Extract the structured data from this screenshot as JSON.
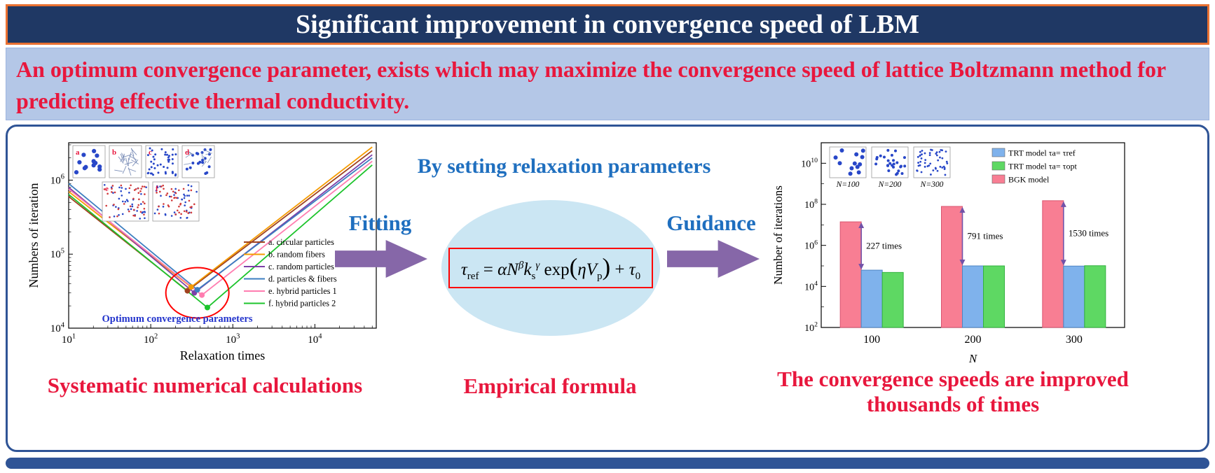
{
  "colors": {
    "banner-bg": "#1F3864",
    "banner-border": "#E97132",
    "subtitle-bg": "#B4C7E7",
    "red-text": "#E8173D",
    "blue-text": "#1F6FBF",
    "arrow-purple": "#8667A8",
    "ellipse-fill": "#CBE6F3",
    "frame-blue": "#2F5496",
    "formula-box-border": "#FF0000"
  },
  "banner": {
    "title": "Significant improvement in convergence speed of LBM"
  },
  "subtitle": {
    "text": "An optimum convergence parameter, exists which may maximize the convergence speed of lattice Boltzmann method for predicting effective thermal conductivity."
  },
  "left_panel": {
    "caption": "Systematic numerical calculations"
  },
  "flow": {
    "top_label": "By setting relaxation parameters",
    "fitting_label": "Fitting",
    "guidance_label": "Guidance",
    "caption": "Empirical formula",
    "formula_plain": "τref = αN^β ks^γ exp(ηVp) + τ0",
    "formula_parts": [
      {
        "t": "τ",
        "i": true
      },
      {
        "t": "ref",
        "s": "sub"
      },
      {
        "t": " = ",
        "i": false
      },
      {
        "t": "αN",
        "i": true
      },
      {
        "t": "β",
        "s": "sup",
        "i": true
      },
      {
        "t": "k",
        "i": true
      },
      {
        "t": "s",
        "s": "sub"
      },
      {
        "t": "γ",
        "s": "sup",
        "i": true
      },
      {
        "t": " exp",
        "i": false
      },
      {
        "t": "(",
        "s": "big"
      },
      {
        "t": "ηV",
        "i": true
      },
      {
        "t": "p",
        "s": "sub"
      },
      {
        "t": ")",
        "s": "big"
      },
      {
        "t": " + ",
        "i": false
      },
      {
        "t": "τ",
        "i": true
      },
      {
        "t": "0",
        "s": "sub"
      }
    ]
  },
  "right_panel": {
    "caption_line1": "The convergence speeds are improved",
    "caption_line2": "thousands of times"
  },
  "chart_data": [
    {
      "type": "line",
      "xlabel": "Relaxation times",
      "ylabel": "Numbers of iteration",
      "xscale": "log",
      "yscale": "log",
      "xlim": [
        10,
        56000
      ],
      "ylim": [
        10000,
        3200000
      ],
      "xticks": [
        10,
        100,
        1000,
        10000
      ],
      "yticks": [
        10000,
        100000,
        1000000
      ],
      "annotation": "Optimum convergence parameters",
      "annotation_color": "#2233CC",
      "highlight_ellipse": {
        "cx": 370,
        "cy": 30000
      },
      "legend_position": "lower right",
      "series": [
        {
          "name": "a. circular particles",
          "color": "#A0421F",
          "points": [
            [
              10,
              600000
            ],
            [
              280,
              32000
            ],
            [
              50000,
              2500000
            ]
          ]
        },
        {
          "name": "b. random fibers",
          "color": "#F59B00",
          "points": [
            [
              10,
              700000
            ],
            [
              310,
              36000
            ],
            [
              50000,
              2800000
            ]
          ]
        },
        {
          "name": "c. random particles",
          "color": "#7D3FA8",
          "points": [
            [
              10,
              800000
            ],
            [
              340,
              30000
            ],
            [
              50000,
              2200000
            ]
          ]
        },
        {
          "name": "d. particles & fibers",
          "color": "#3C7EC0",
          "points": [
            [
              10,
              900000
            ],
            [
              370,
              33000
            ],
            [
              50000,
              2000000
            ]
          ]
        },
        {
          "name": "e. hybrid particles 1",
          "color": "#FF7DB0",
          "points": [
            [
              10,
              760000
            ],
            [
              420,
              28000
            ],
            [
              50000,
              1800000
            ]
          ]
        },
        {
          "name": "f. hybrid particles 2",
          "color": "#1DC42C",
          "points": [
            [
              10,
              640000
            ],
            [
              490,
              19000
            ],
            [
              50000,
              1600000
            ]
          ]
        }
      ],
      "insets": [
        {
          "label": "a",
          "type": "circles"
        },
        {
          "label": "b",
          "type": "fibers"
        },
        {
          "label": "c",
          "type": "dots"
        },
        {
          "label": "d",
          "type": "mixed"
        },
        {
          "label": "e",
          "type": "hybrid"
        },
        {
          "label": "f",
          "type": "hybrid"
        }
      ]
    },
    {
      "type": "bar",
      "categories": [
        "100",
        "200",
        "300"
      ],
      "xlabel": "N",
      "ylabel": "Number of iterations",
      "yscale": "log",
      "ylim": [
        100,
        100000000000
      ],
      "yticks": [
        100,
        10000,
        1000000,
        100000000,
        10000000000
      ],
      "series": [
        {
          "name": "BGK model",
          "color": "#F87E93",
          "edge": "#D95570",
          "values": [
            14000000,
            79000000,
            150000000
          ]
        },
        {
          "name": "TRT model τa= τref",
          "color": "#7FB2EC",
          "edge": "#4E85C4",
          "values": [
            62000,
            100000,
            98000
          ]
        },
        {
          "name": "TRT model τa= τopt",
          "color": "#5ED863",
          "edge": "#33B23F",
          "values": [
            48000,
            100000,
            102000
          ]
        }
      ],
      "legend_order": [
        1,
        2,
        0
      ],
      "annotations": [
        {
          "category": "100",
          "label": "227 times"
        },
        {
          "category": "200",
          "label": "791 times"
        },
        {
          "category": "300",
          "label": "1530 times"
        }
      ],
      "annotation_color": "#7252A8",
      "insets": [
        {
          "label": "N=100"
        },
        {
          "label": "N=200"
        },
        {
          "label": "N=300"
        }
      ]
    }
  ]
}
